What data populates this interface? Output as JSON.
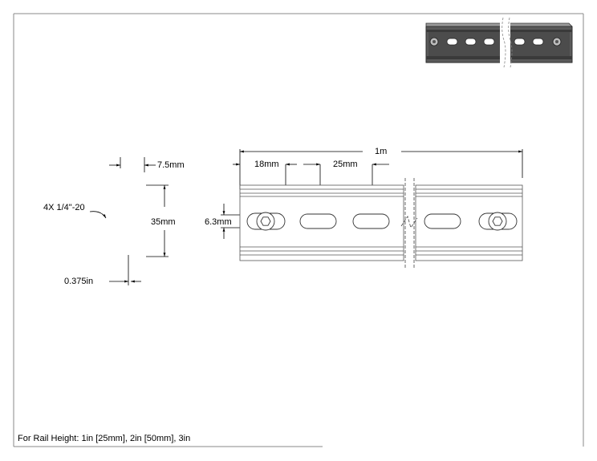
{
  "dimensions": {
    "width_75": "7.5mm",
    "height_35": "35mm",
    "thread_callout": "4X 1/4\"-20",
    "depth_0375": "0.375in",
    "overall_length": "1m",
    "first_slot_offset": "18mm",
    "slot_length": "25mm",
    "hole_offset": "6.3mm"
  },
  "note": {
    "rail_height": "For Rail Height: 1in [25mm], 2in [50mm], 3in"
  },
  "colors": {
    "line": "#000000",
    "part_outline": "#555555",
    "iso_body": "#4a4a4a",
    "iso_dark": "#222222"
  }
}
